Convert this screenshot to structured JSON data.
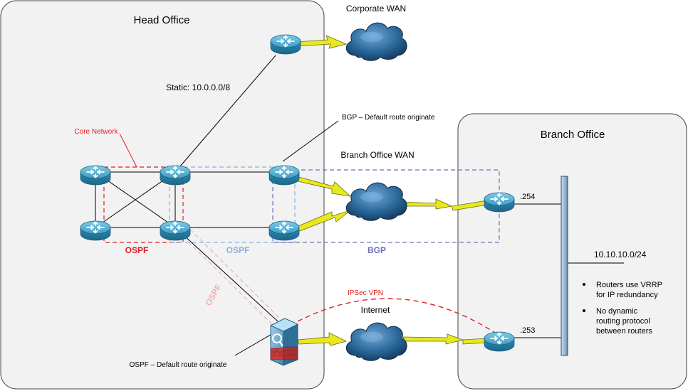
{
  "head_office": {
    "title": "Head Office"
  },
  "branch_office": {
    "title": "Branch Office"
  },
  "labels": {
    "corporate_wan": "Corporate WAN",
    "static_route": "Static: 10.0.0.0/8",
    "bgp_default": "BGP – Default route originate",
    "branch_wan": "Branch Office WAN",
    "core_network": "Core Network",
    "ospf_core": "OSPF",
    "ospf_mid": "OSPF",
    "bgp_box": "BGP",
    "ospf_diagonal": "OSPF",
    "ipsec_vpn": "IPSec VPN",
    "internet": "Internet",
    "ospf_default": "OSPF – Default route originate",
    "ip_254": ".254",
    "ip_253": ".253",
    "subnet": "10.10.10.0/24",
    "bullet_1_line_1": "Routers use VRRP",
    "bullet_1_line_2": "for IP redundancy",
    "bullet_2_line_1": "No dynamic",
    "bullet_2_line_2": "routing protocol",
    "bullet_2_line_3": "between routers"
  },
  "colors": {
    "ospf_core": "#e02020",
    "ospf_blue": "#8fb0e0",
    "bgp_purple": "#7070b8",
    "ospf_diag": "#f0b0b0",
    "router_body": "#2e8fb5",
    "cloud": "#1f5a8a",
    "serial_link": "#e8e820",
    "office_bg": "#f2f2f2"
  },
  "icons": {
    "router": "router-icon",
    "cloud": "cloud-icon",
    "firewall": "firewall-icon",
    "switch": "switch-icon"
  }
}
